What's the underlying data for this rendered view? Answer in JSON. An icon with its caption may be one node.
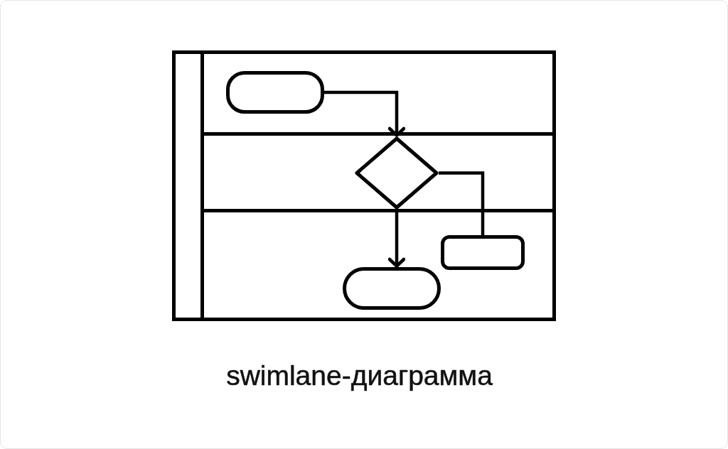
{
  "diagram": {
    "caption": "swimlane-диаграмма",
    "nodes": [
      {
        "text": [],
        "shape": "box"
      },
      {
        "text": [],
        "shape": "bar",
        "in": 0
      },
      {
        "text": [],
        "shape": "band",
        "in": 0
      },
      {
        "text": [],
        "shape": "band",
        "in": 0
      },
      {
        "text": [],
        "shape": "band",
        "in": 0
      },
      {
        "text": [],
        "shape": "box",
        "in": 2
      },
      {
        "text": [],
        "shape": "diamond",
        "in": 3
      },
      {
        "text": [],
        "shape": "box",
        "in": 4
      },
      {
        "text": [],
        "shape": "box",
        "in": 4
      }
    ],
    "edges": [
      {
        "from": 5,
        "to": 6,
        "arrow": "to"
      },
      {
        "from": 6,
        "to": 8,
        "arrow": "to"
      },
      {
        "from": 6,
        "to": 7,
        "arrow": "none"
      }
    ]
  }
}
